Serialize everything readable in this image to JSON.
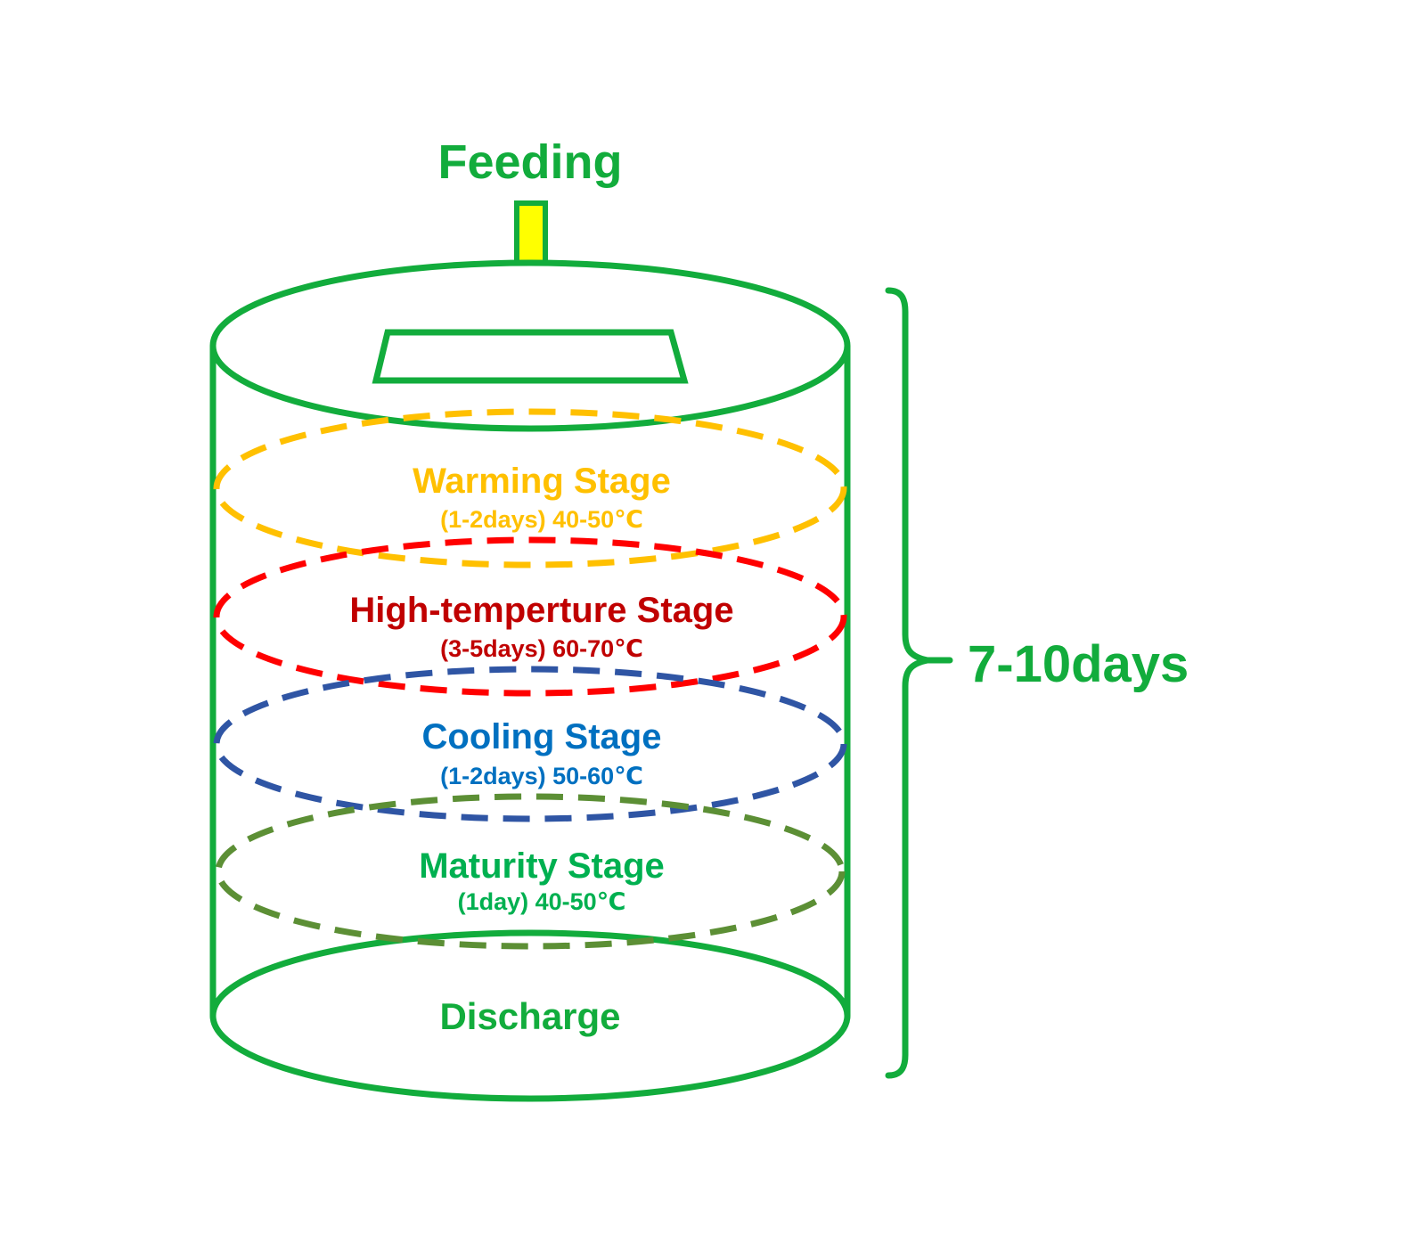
{
  "labels": {
    "feeding": "Feeding",
    "discharge": "Discharge",
    "total_duration": "7-10days"
  },
  "colors": {
    "green": "#12AC3C",
    "arrow_fill": "#FFFF00",
    "brace": "#12AC3C"
  },
  "stages": [
    {
      "name": "Warming Stage",
      "detail": "(1-2days)  40-50℃",
      "text_color": "#FFC000",
      "dash_color": "#FFC000"
    },
    {
      "name": "High-temperture Stage",
      "detail": "(3-5days)  60-70℃",
      "text_color": "#C00000",
      "dash_color": "#FF0000"
    },
    {
      "name": "Cooling Stage",
      "detail": "(1-2days)  50-60℃",
      "text_color": "#0070C0",
      "dash_color": "#2F55A4"
    },
    {
      "name": "Maturity Stage",
      "detail": "(1day)  40-50℃",
      "text_color": "#00B050",
      "dash_color": "#5C8F35"
    }
  ]
}
